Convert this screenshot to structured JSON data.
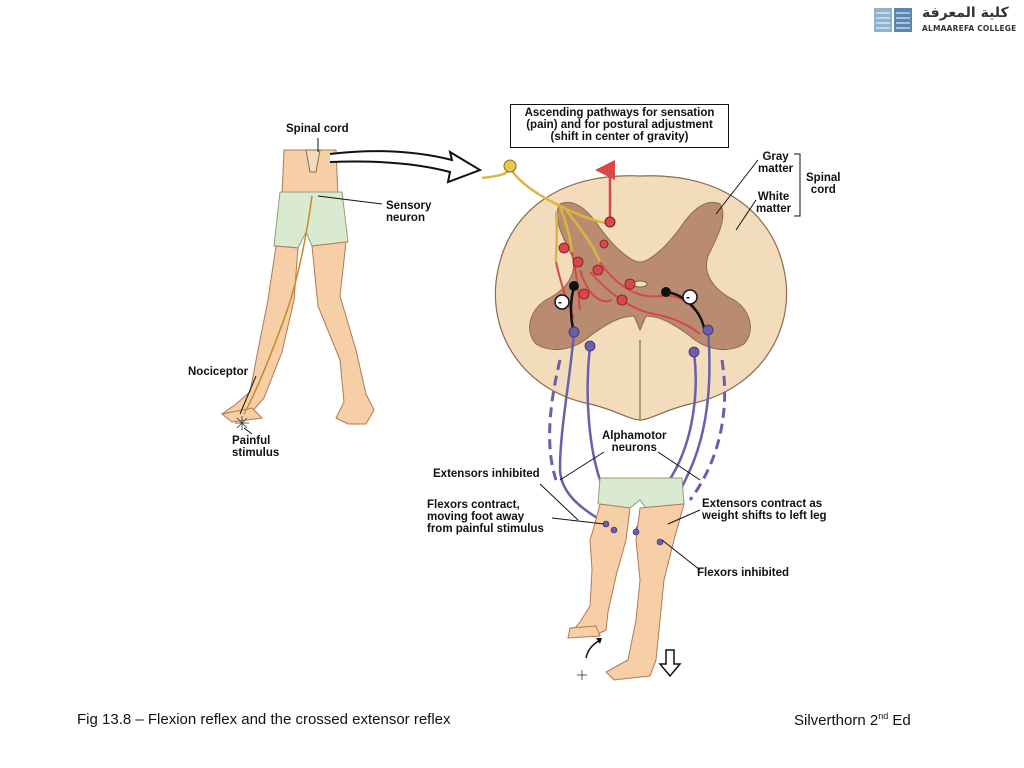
{
  "logo": {
    "arabic_text": "كلية المعرفة",
    "latin_text": "ALMAAREFA COLLEGE"
  },
  "diagram": {
    "labels": {
      "spinal_cord_top": "Spinal cord",
      "sensory_neuron_line1": "Sensory",
      "sensory_neuron_line2": "neuron",
      "nociceptor": "Nociceptor",
      "painful_stimulus_line1": "Painful",
      "painful_stimulus_line2": "stimulus",
      "ascending_line1": "Ascending pathways for sensation",
      "ascending_line2": "(pain) and for postural adjustment",
      "ascending_line3": "(shift in center of gravity)",
      "gray_matter_line1": "Gray",
      "gray_matter_line2": "matter",
      "white_matter_line1": "White",
      "white_matter_line2": "matter",
      "spinal_cord_right_line1": "Spinal",
      "spinal_cord_right_line2": "cord",
      "alphamotor_line1": "Alphamotor",
      "alphamotor_line2": "neurons",
      "extensors_inhibited": "Extensors inhibited",
      "flexors_contract_line1": "Flexors contract,",
      "flexors_contract_line2": "moving foot away",
      "flexors_contract_line3": "from painful stimulus",
      "extensors_contract_line1": "Extensors contract as",
      "extensors_contract_line2": "weight shifts to left leg",
      "flexors_inhibited": "Flexors inhibited",
      "inhibitory_sign": "-"
    }
  },
  "caption": {
    "left": "Fig 13.8 – Flexion reflex and the crossed extensor reflex",
    "right_main": "Silverthorn 2",
    "right_sup": "nd",
    "right_tail": " Ed"
  },
  "colors": {
    "skin": "#f6cfa6",
    "skin_outline": "#b07a55",
    "shorts": "#d9ead0",
    "white_matter": "#f3dcbb",
    "gray_matter": "#b98b70",
    "sensory_neuron": "#d8b640",
    "interneuron": "#d84848",
    "motor_neuron": "#6a5fa8",
    "inhibitory_neuron": "#111111"
  }
}
